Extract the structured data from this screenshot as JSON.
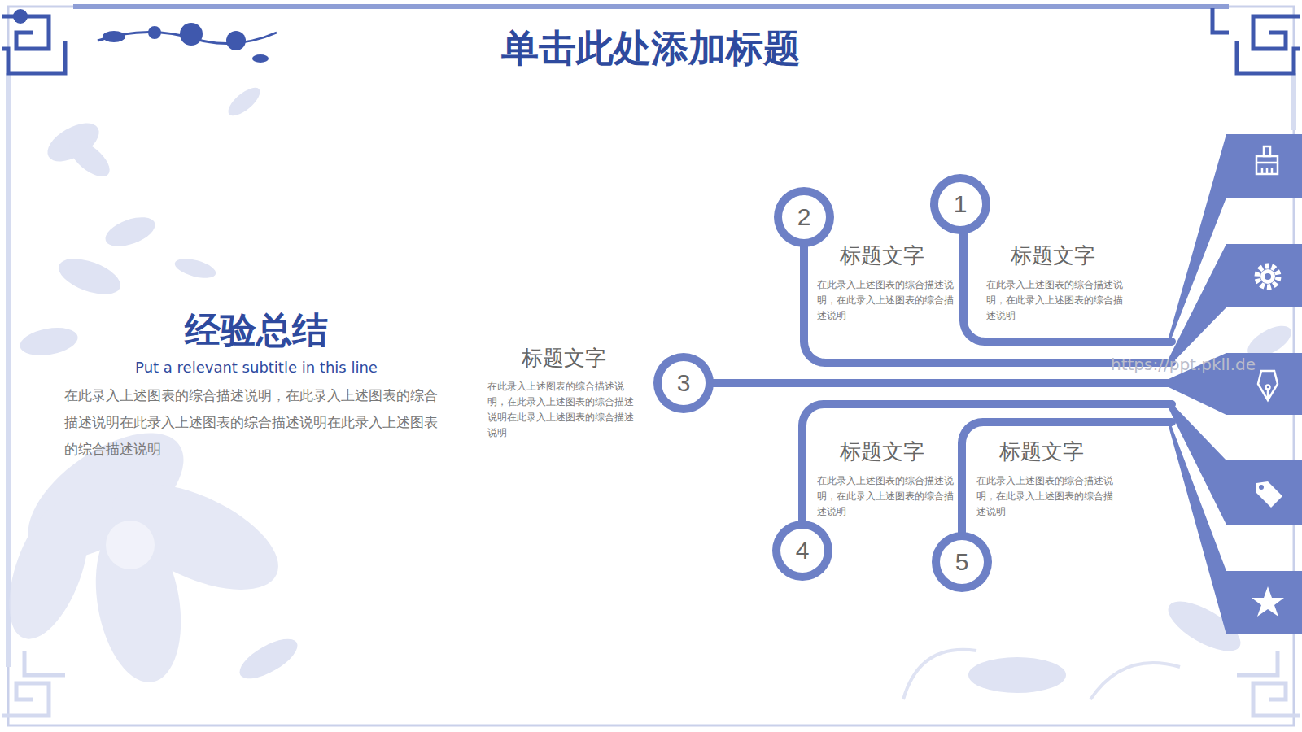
{
  "diagram": {
    "title": "单击此处添加标题",
    "nodes": [
      {
        "text": [
          "1"
        ]
      },
      {
        "text": [
          "2"
        ]
      },
      {
        "text": [
          "3"
        ]
      },
      {
        "text": [
          "4"
        ]
      },
      {
        "text": [
          "5"
        ]
      }
    ],
    "labels": [
      "经验总结",
      "Put a relevant subtitle in this line",
      "在此录入上述图表的综合描述说明，在此录入上述图表的综合描述说明在此录入上述图表的综合描述说明在此录入上述图表的综合描述说明",
      "标题文字",
      "在此录入上述图表的综合描述说明，在此录入上述图表的综合描述说明",
      "标题文字",
      "在此录入上述图表的综合描述说明，在此录入上述图表的综合描述说明",
      "标题文字",
      "在此录入上述图表的综合描述说明，在此录入上述图表的综合描述说明在此录入上述图表的综合描述说明",
      "标题文字",
      "在此录入上述图表的综合描述说明，在此录入上述图表的综合描述说明",
      "标题文字",
      "在此录入上述图表的综合描述说明，在此录入上述图表的综合描述说明",
      "https://ppt.pkll.de"
    ]
  }
}
